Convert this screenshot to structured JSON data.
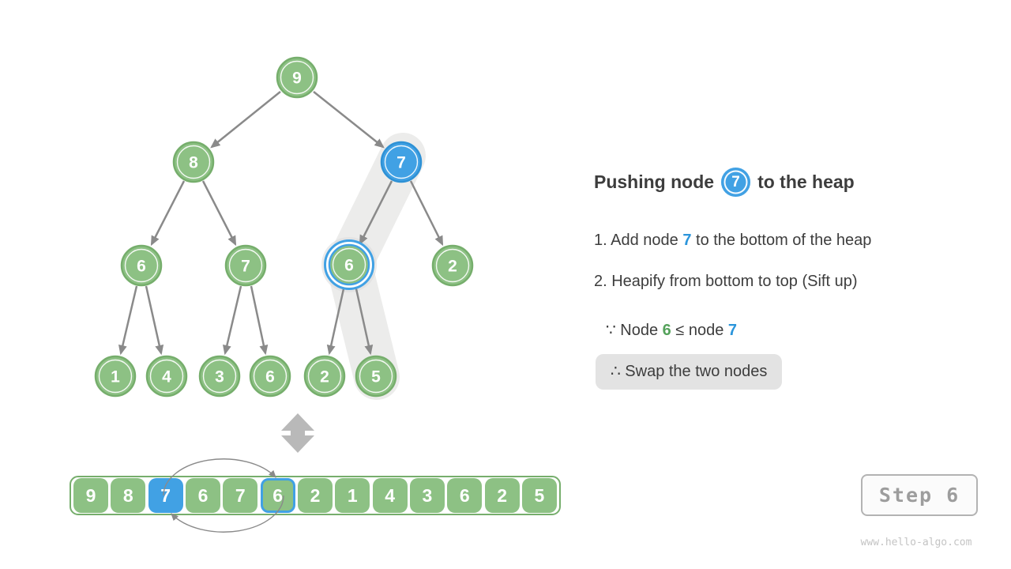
{
  "panel": {
    "title_prefix": "Pushing node",
    "title_node_value": "7",
    "title_suffix": "to the heap",
    "step1_pre": "1. Add node ",
    "step1_value": "7",
    "step1_post": " to the bottom of the heap",
    "step2": "2. Heapify from bottom to top (Sift up)",
    "because_pre": "∵ Node ",
    "because_left": "6",
    "because_mid": " ≤ node ",
    "because_right": "7",
    "therefore": "∴ Swap the two nodes"
  },
  "tree": {
    "nodes": [
      {
        "value": "9",
        "state": "normal"
      },
      {
        "value": "8",
        "state": "normal"
      },
      {
        "value": "7",
        "state": "selected-blue"
      },
      {
        "value": "6",
        "state": "normal"
      },
      {
        "value": "7",
        "state": "normal"
      },
      {
        "value": "6",
        "state": "blue-ring"
      },
      {
        "value": "2",
        "state": "normal"
      },
      {
        "value": "1",
        "state": "normal"
      },
      {
        "value": "4",
        "state": "normal"
      },
      {
        "value": "3",
        "state": "normal"
      },
      {
        "value": "6",
        "state": "normal"
      },
      {
        "value": "2",
        "state": "normal"
      },
      {
        "value": "5",
        "state": "normal"
      }
    ],
    "sift_path_values": [
      "7",
      "6",
      "5"
    ]
  },
  "array": {
    "cells": [
      "9",
      "8",
      "7",
      "6",
      "7",
      "6",
      "2",
      "1",
      "4",
      "3",
      "6",
      "2",
      "5"
    ],
    "selected_index": 2,
    "ring_index": 5
  },
  "footer": {
    "step_label": "Step 6",
    "watermark": "www.hello-algo.com"
  },
  "colors": {
    "node_green": "#8dc184",
    "node_green_border": "#76ae6c",
    "node_blue": "#41a1e4",
    "node_blue_border": "#2e91d5",
    "text": "#3d3d3d",
    "highlight_blue_text": "#2b95db",
    "highlight_green_text": "#55a25b",
    "band_gray": "#ececeb",
    "arrow_gray": "#8a8a8a"
  }
}
